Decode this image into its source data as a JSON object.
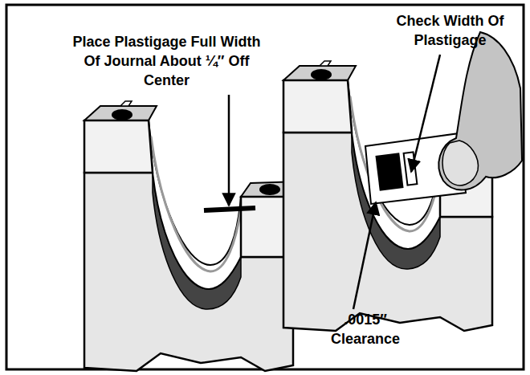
{
  "diagram": {
    "labels": [
      "Place Plastigage Full Width Of Journal About ¼″ Off Center",
      "Check Width Of Plastigage",
      ".0015″ Clearance"
    ]
  }
}
